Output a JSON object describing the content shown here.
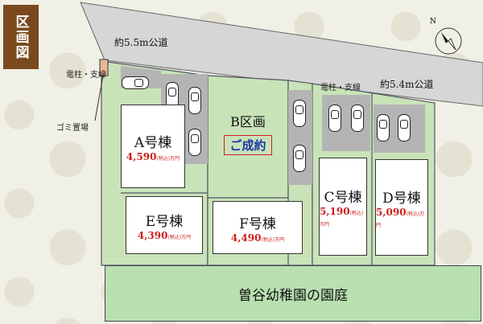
{
  "badge": "区画図",
  "roads": {
    "north": "約5.5m公道",
    "east": "約5.4m公道"
  },
  "labels": {
    "pole_left": "電柱・支線",
    "pole_right": "電柱・支線",
    "garbage": "ゴミ置場"
  },
  "lots": {
    "A": {
      "name": "A号棟",
      "price": "4,590",
      "note": "(税込)",
      "unit": "万円"
    },
    "B": {
      "name": "B区画",
      "status": "ご成約"
    },
    "C": {
      "name": "C号棟",
      "price": "5,190",
      "note": "(税込)",
      "unit": "万円"
    },
    "D": {
      "name": "D号棟",
      "price": "5,090",
      "note": "(税込)",
      "unit": "万円"
    },
    "E": {
      "name": "E号棟",
      "price": "4,390",
      "note": "(税込)",
      "unit": "万円"
    },
    "F": {
      "name": "F号棟",
      "price": "4,490",
      "note": "(税込)",
      "unit": "万円"
    }
  },
  "garden": "曽谷幼稚園の園庭",
  "compass": "N",
  "colors": {
    "lot": "#c9e3b8",
    "parking": "#b4b4b4",
    "road": "#d6d6d6",
    "garden": "#b8e0b0",
    "price": "#cc1f1f",
    "badge": "#7a4a1e"
  }
}
